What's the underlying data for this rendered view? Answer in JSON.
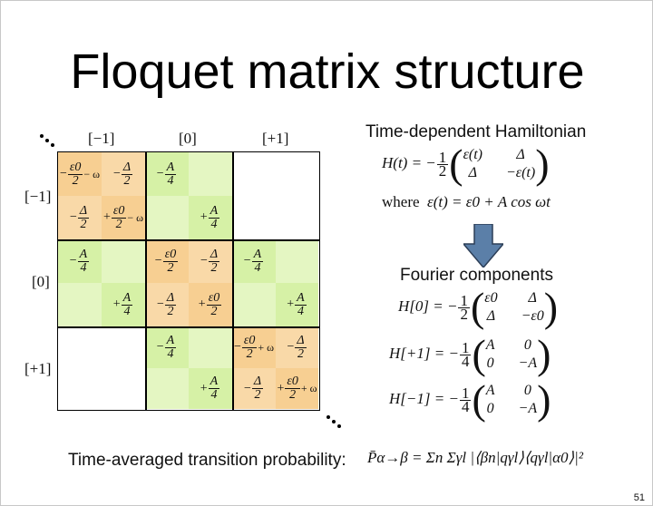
{
  "slide": {
    "title": "Floquet matrix structure",
    "page_number": "51"
  },
  "matrix": {
    "col_labels": [
      "[−1]",
      "[0]",
      "[+1]"
    ],
    "row_labels": [
      "[−1]",
      "[0]",
      "[+1]"
    ],
    "entries": {
      "eps_omega_minus": "− ω",
      "eps_omega_plus": "+ ω",
      "eps0_num": "ε0",
      "two": "2",
      "four": "4",
      "A": "A",
      "Delta": "Δ",
      "minus": "−",
      "plus": "+"
    },
    "colors": {
      "orange_light": "#f9d9a8",
      "orange": "#f7cf92",
      "green_light": "#e4f6c2",
      "green": "#d6f1a6"
    }
  },
  "hamiltonian": {
    "heading": "Time-dependent Hamiltonian",
    "lhs": "H(t) = −",
    "half_num": "1",
    "half_den": "2",
    "m11": "ε(t)",
    "m12": "Δ",
    "m21": "Δ",
    "m22": "−ε(t)",
    "where": "where",
    "where_eq": "ε(t) = ε0 + A cos ωt"
  },
  "fourier": {
    "heading": "Fourier components",
    "H0_lhs": "H[0] = −",
    "H0_m11": "ε0",
    "H0_m12": "Δ",
    "H0_m21": "Δ",
    "H0_m22": "−ε0",
    "Hp_lhs": "H[+1] = −",
    "Hm_lhs": "H[−1] = −",
    "frac_one": "1",
    "frac_two": "2",
    "frac_four": "4",
    "A_m11": "A",
    "A_m12": "0",
    "A_m21": "0",
    "A_m22": "−A"
  },
  "bottom": {
    "label": "Time-averaged transition probability:",
    "formula": "P̄α→β = Σn Σγl |⟨βn|qγl⟩⟨qγl|α0⟩|²"
  },
  "icons": {
    "dots_top_left": "diagonal-ellipsis-icon",
    "dots_bottom_right": "diagonal-ellipsis-icon",
    "arrow": "down-arrow-icon"
  }
}
